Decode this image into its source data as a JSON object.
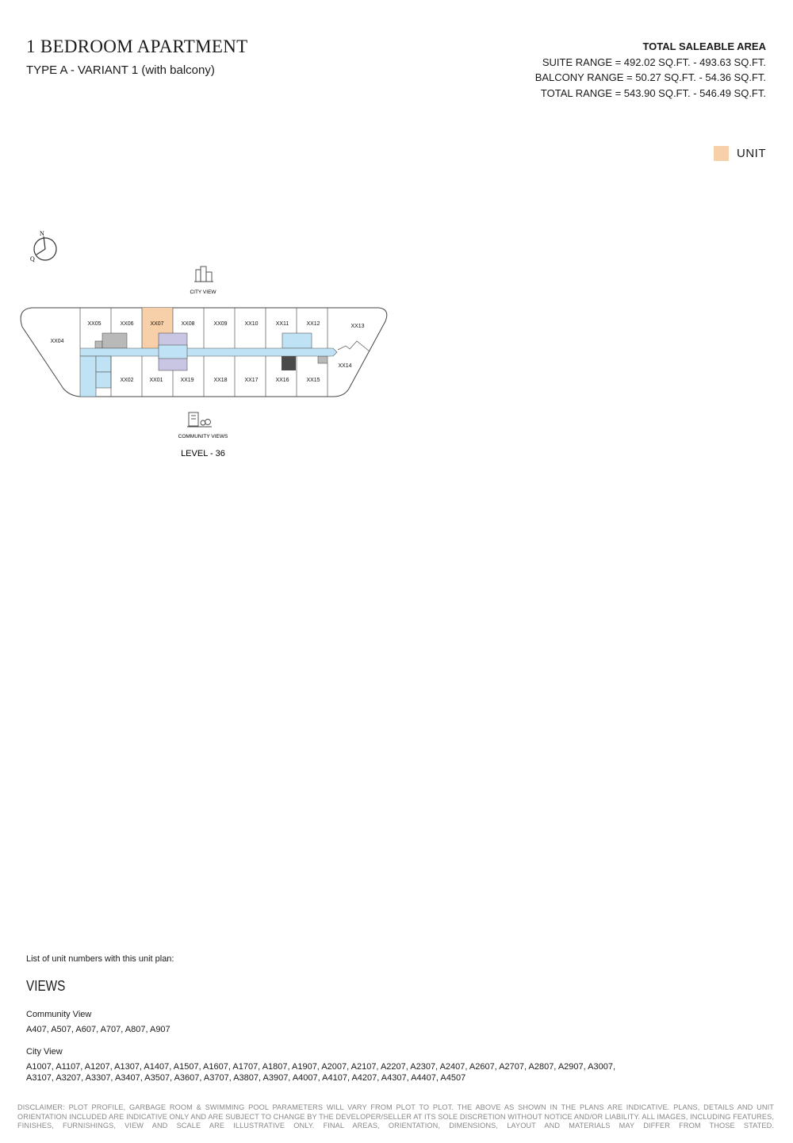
{
  "header": {
    "title": "1 BEDROOM APARTMENT",
    "subtitle": "TYPE A - VARIANT 1 (with balcony)"
  },
  "area": {
    "heading": "TOTAL SALEABLE AREA",
    "suite_range": "SUITE RANGE = 492.02 SQ.FT. - 493.63 SQ.FT.",
    "balcony_range": "BALCONY RANGE = 50.27 SQ.FT. - 54.36 SQ.FT.",
    "total_range": "TOTAL RANGE = 543.90 SQ.FT. - 546.49 SQ.FT."
  },
  "legend": {
    "label": "UNIT",
    "color": "#f7cfa8"
  },
  "plan": {
    "compass_n": "N",
    "compass_q": "Q",
    "city_view": "CITY VIEW",
    "community_views": "COMMUNITY VIEWS",
    "level": "LEVEL - 36",
    "highlighted_unit": "XX07",
    "units": {
      "xx04": "XX04",
      "xx05": "XX05",
      "xx06": "XX06",
      "xx07": "XX07",
      "xx08": "XX08",
      "xx09": "XX09",
      "xx10": "XX10",
      "xx11": "XX11",
      "xx12": "XX12",
      "xx13": "XX13",
      "xx14": "XX14",
      "xx02": "XX02",
      "xx01": "XX01",
      "xx19": "XX19",
      "xx18": "XX18",
      "xx17": "XX17",
      "xx16": "XX16",
      "xx15": "XX15"
    }
  },
  "list": {
    "intro": "List of unit numbers with this unit plan:",
    "views_heading": "VIEWS",
    "community_heading": "Community View",
    "community_units": "A407, A507, A607, A707, A807, A907",
    "city_heading": "City View",
    "city_units_line1": "A1007, A1107, A1207, A1307, A1407, A1507, A1607, A1707, A1807, A1907, A2007, A2107, A2207, A2307, A2407, A2607, A2707, A2807, A2907, A3007,",
    "city_units_line2": "A3107, A3207, A3307, A3407, A3507, A3607, A3707, A3807, A3907, A4007, A4107, A4207, A4307, A4407, A4507"
  },
  "disclaimer": "DISCLAIMER: PLOT PROFILE, GARBAGE ROOM & SWIMMING POOL PARAMETERS WILL VARY FROM PLOT TO PLOT. THE ABOVE AS SHOWN IN THE PLANS ARE INDICATIVE. PLANS, DETAILS AND UNIT ORIENTATION INCLUDED ARE INDICATIVE ONLY AND ARE SUBJECT TO CHANGE BY THE DEVELOPER/SELLER AT ITS SOLE DISCRETION WITHOUT NOTICE AND/OR LIABILITY. ALL IMAGES, INCLUDING FEATURES, FINISHES, FURNISHINGS, VIEW AND SCALE ARE ILLUSTRATIVE ONLY. FINAL AREAS, ORIENTATION, DIMENSIONS, LAYOUT AND MATERIALS MAY DIFFER FROM THOSE STATED."
}
